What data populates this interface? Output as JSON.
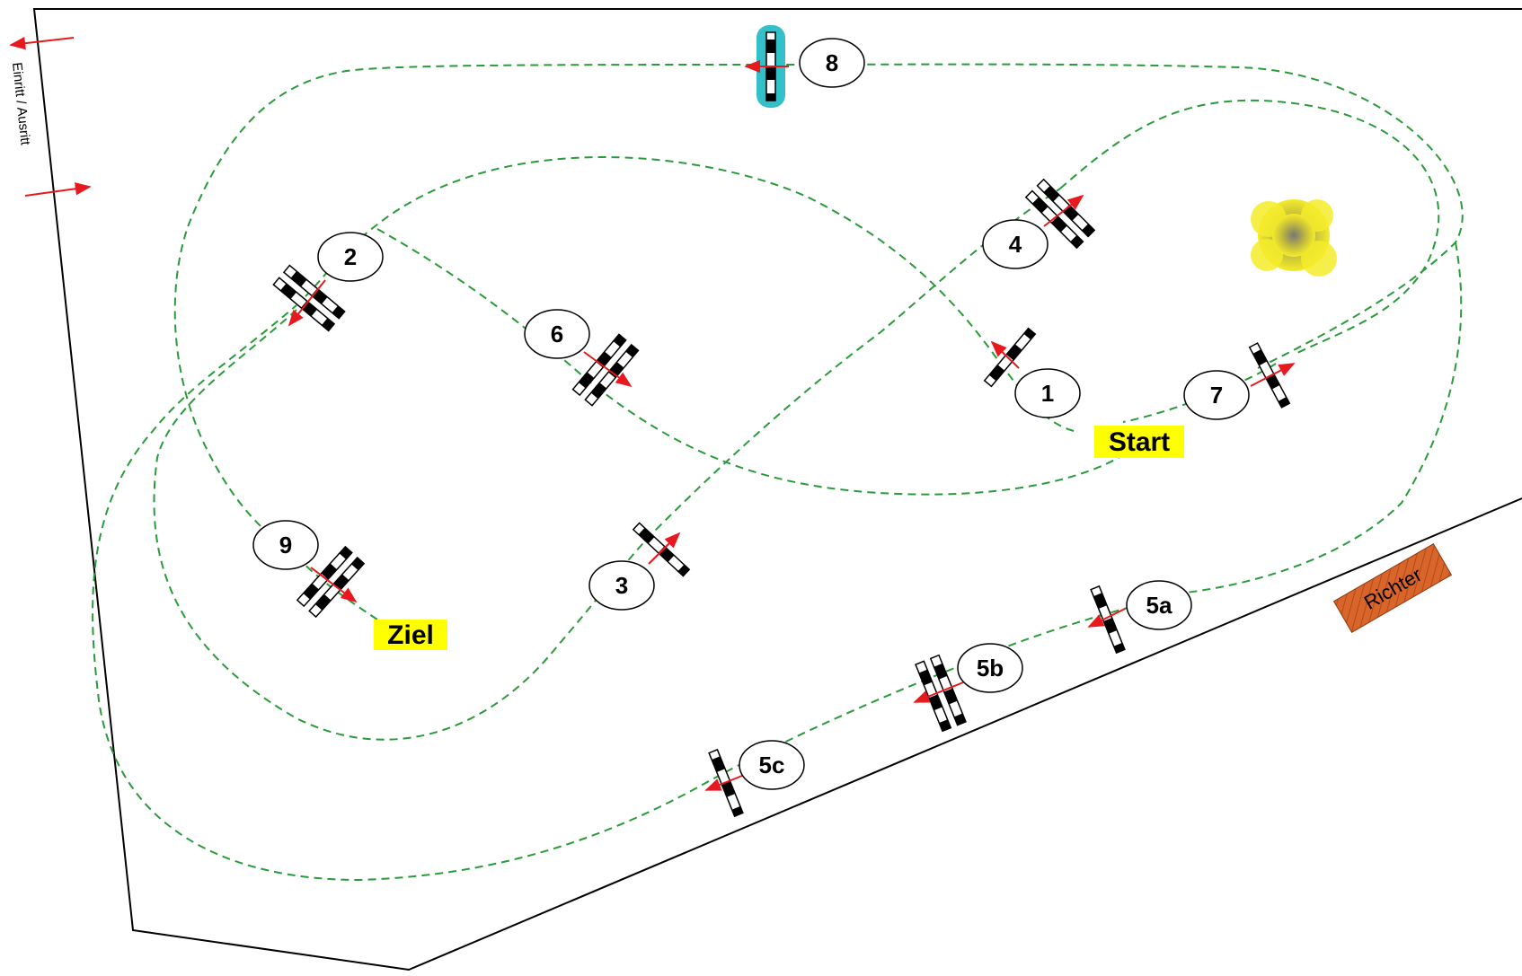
{
  "entry_exit_label": "Einritt / Ausritt",
  "start_label": "Start",
  "finish_label": "Ziel",
  "judge_label": "Richter",
  "obstacle_numbers": [
    "1",
    "2",
    "3",
    "4",
    "5a",
    "5b",
    "5c",
    "6",
    "7",
    "8",
    "9"
  ],
  "colors": {
    "route": "#2a9a3a",
    "arrow": "#e8191e",
    "highlight": "#ffff00",
    "water": "#33c0c8",
    "judge_box": "#d9652a",
    "bush": "#f0e62a"
  },
  "icons": {
    "obstacle": "striped-jump-bar-icon",
    "water_jump": "water-jump-icon",
    "bush": "bush-icon",
    "entry_arrow": "arrow-icon"
  }
}
